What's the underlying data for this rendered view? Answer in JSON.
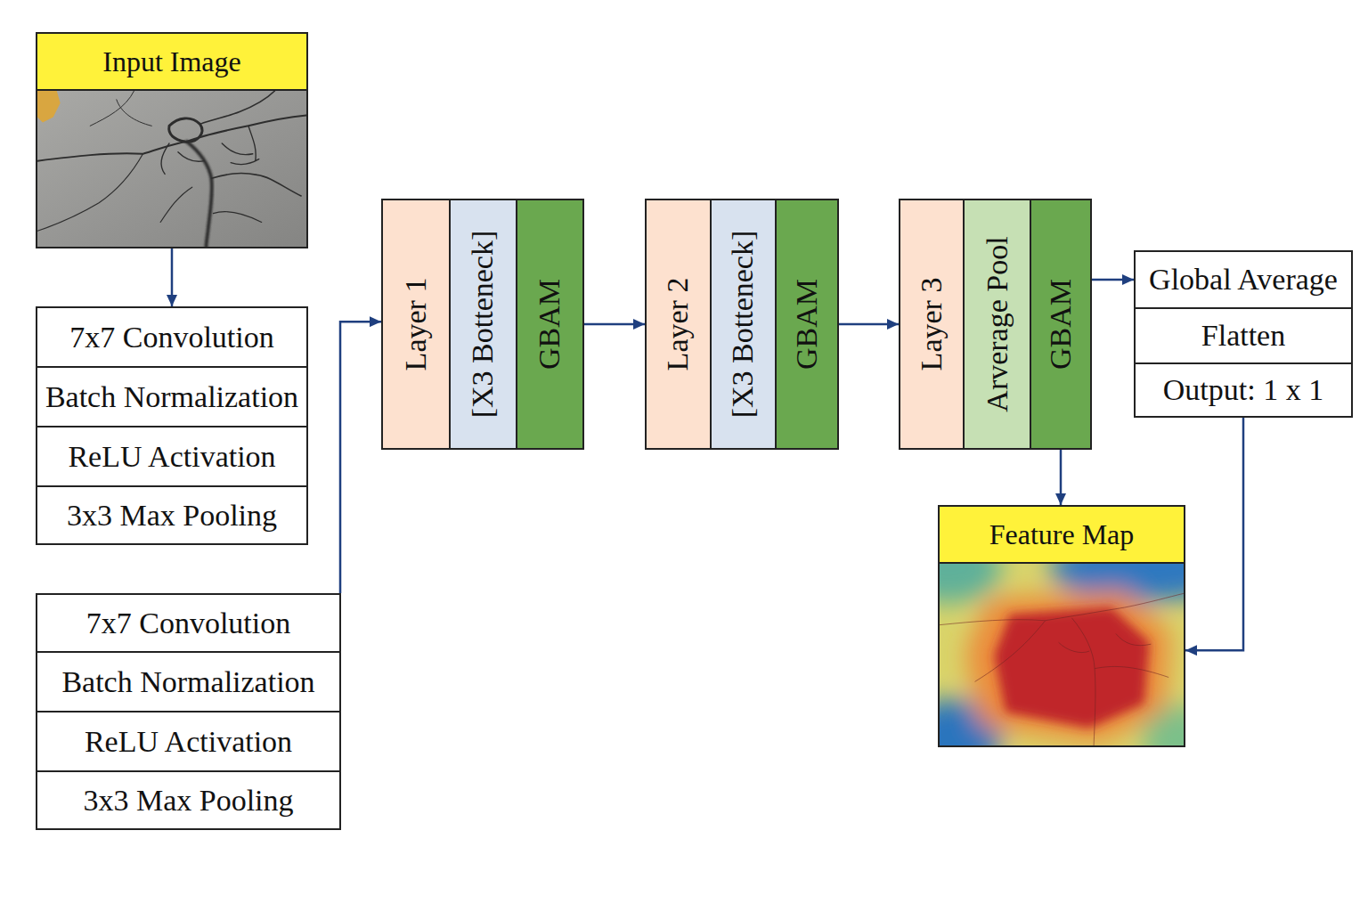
{
  "diagram": {
    "nodes": [
      {
        "text": [
          "Input Image"
        ]
      },
      {
        "text": [
          "7x7 Convolution"
        ]
      },
      {
        "text": [
          "Batch Normalization"
        ]
      },
      {
        "text": [
          "ReLU Activation"
        ]
      },
      {
        "text": [
          "3x3 Max Pooling"
        ]
      },
      {
        "text": [
          "7x7 Convolution"
        ]
      },
      {
        "text": [
          "Batch Normalization"
        ]
      },
      {
        "text": [
          "ReLU Activation"
        ]
      },
      {
        "text": [
          "3x3 Max Pooling"
        ]
      },
      {
        "text": [
          "Layer 1"
        ]
      },
      {
        "text": [
          "[X3 Botteneck]"
        ]
      },
      {
        "text": [
          "GBAM"
        ]
      },
      {
        "text": [
          "Layer 2"
        ]
      },
      {
        "text": [
          "[X3 Botteneck]"
        ]
      },
      {
        "text": [
          "GBAM"
        ]
      },
      {
        "text": [
          "Layer 3"
        ]
      },
      {
        "text": [
          "Arverage Pool"
        ]
      },
      {
        "text": [
          "GBAM"
        ]
      },
      {
        "text": [
          "Global Average"
        ]
      },
      {
        "text": [
          "Flatten"
        ]
      },
      {
        "text": [
          "Output: 1 x 1"
        ]
      },
      {
        "text": [
          "Feature Map"
        ]
      }
    ],
    "edges": [
      {
        "from": 0,
        "to": 1,
        "arrow": "to"
      },
      {
        "from": 5,
        "to": 9,
        "arrow": "to"
      },
      {
        "from": 11,
        "to": 12,
        "arrow": "to"
      },
      {
        "from": 14,
        "to": 15,
        "arrow": "to"
      },
      {
        "from": 17,
        "to": 18,
        "arrow": "to"
      },
      {
        "from": 17,
        "to": 21,
        "arrow": "to"
      },
      {
        "from": 20,
        "to": 21,
        "arrow": "to"
      }
    ]
  }
}
